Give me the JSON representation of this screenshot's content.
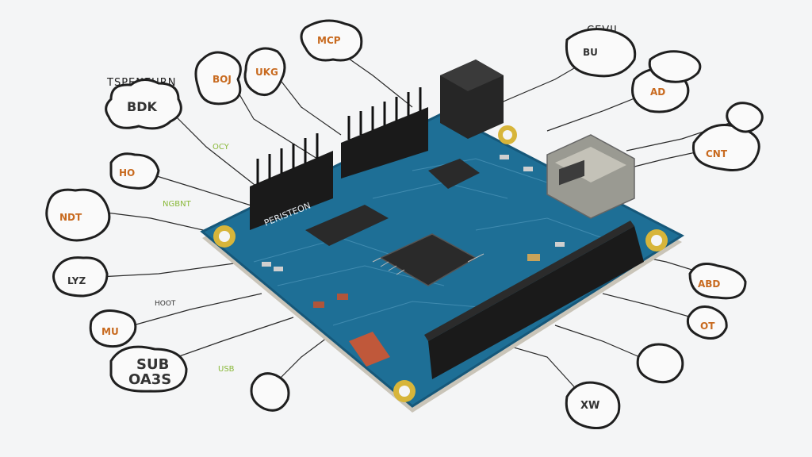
{
  "labels": {
    "top_left_title": "TSPENEURN",
    "top_right_title": "CEVIL",
    "callout_bdk": "BDK",
    "callout_sub": "SUB",
    "callout_oa3s": "OA3S",
    "callout_ndt": "NDT",
    "callout_ocy": "OCY",
    "callout_usb": "USB",
    "callout_boj": "BOJ",
    "callout_ukg": "UKG",
    "callout_mcp": "MCP",
    "callout_ho": "HO",
    "callout_lyz": "LYZ",
    "callout_mu": "MU",
    "callout_xw": "XW",
    "callout_abd": "ABD",
    "callout_ot": "OT",
    "callout_cnt": "CNT",
    "callout_ad": "AD",
    "callout_bu": "BU",
    "green_note_1": "OCY",
    "green_note_2": "NGBNT",
    "green_note_3": "USB",
    "board_silkscreen": "PERISTEON",
    "note_small_1": "HOOT"
  },
  "colors": {
    "board": "#1e6f96",
    "board_edge": "#16587a",
    "chip": "#2b2b2b",
    "header": "#1a1a1a",
    "gold": "#d7b53a",
    "orange_text": "#c86a1f",
    "green_text": "#8ab93a",
    "bubble_edge": "#1f1f1f"
  }
}
